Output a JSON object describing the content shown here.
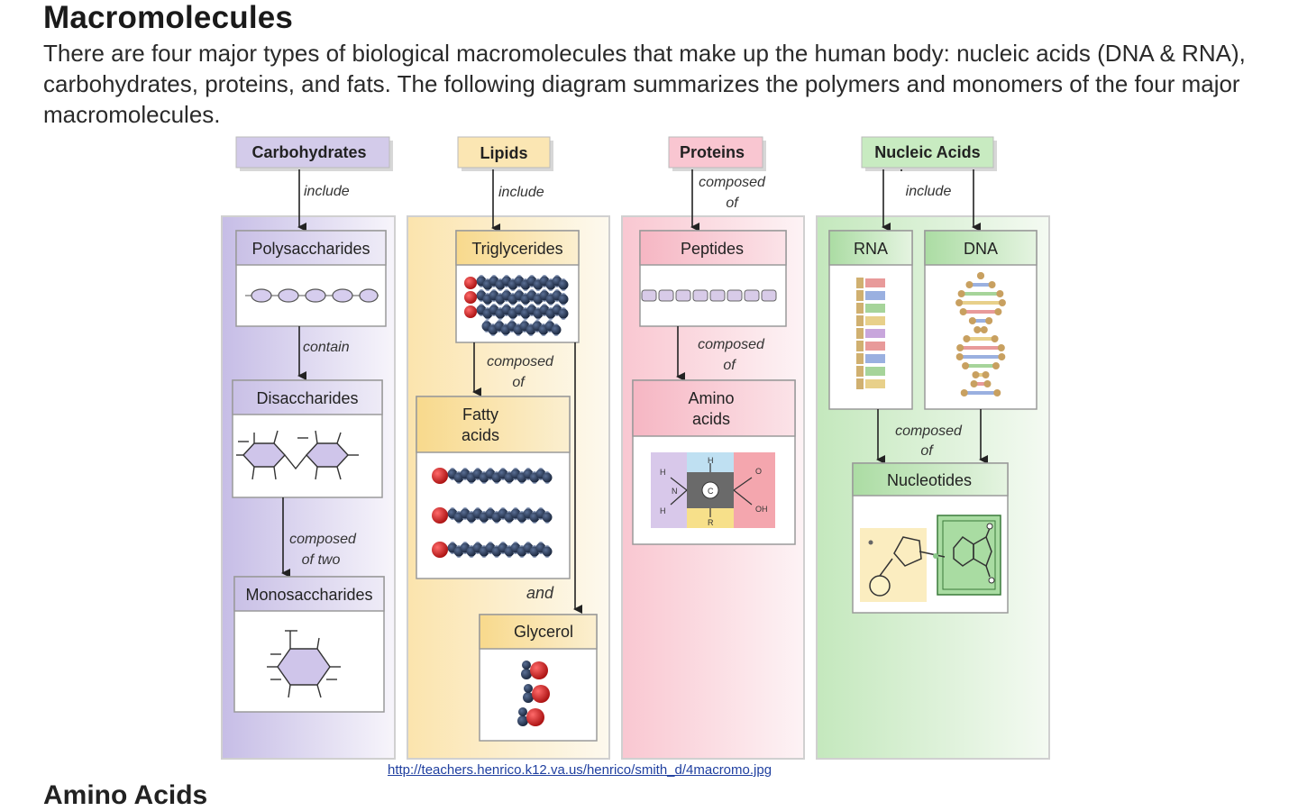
{
  "page": {
    "title": "Macromolecules",
    "intro": "There are four major types of biological macromolecules that make up the human body: nucleic acids (DNA & RNA), carbohydrates, proteins, and fats.  The following diagram summarizes the polymers and monomers of the four major macromolecules.",
    "source_link": "http://teachers.henrico.k12.va.us/henrico/smith_d/4macromo.jpg",
    "next_heading": "Amino Acids"
  },
  "colors": {
    "carbohydrates": "#b9aedc",
    "lipids": "#f6dc9c",
    "proteins": "#f5b8c4",
    "nucleic_acids": "#b7e0b0",
    "atom_red": "#cc1818",
    "atom_blue": "#22324e"
  },
  "diagram": {
    "categories": {
      "carbohydrates": "Carbohydrates",
      "lipids": "Lipids",
      "proteins": "Proteins",
      "nucleic_acids": "Nucleic Acids"
    },
    "boxes": {
      "polysaccharides": "Polysaccharides",
      "disaccharides": "Disaccharides",
      "monosaccharides": "Monosaccharides",
      "triglycerides": "Triglycerides",
      "fatty_acids_1": "Fatty",
      "fatty_acids_2": "acids",
      "glycerol": "Glycerol",
      "peptides": "Peptides",
      "amino_acids_1": "Amino",
      "amino_acids_2": "acids",
      "rna": "RNA",
      "dna": "DNA",
      "nucleotides": "Nucleotides"
    },
    "edge_labels": {
      "include": "include",
      "contain": "contain",
      "composed": "composed",
      "of": "of",
      "of_two": "of two",
      "and": "and"
    },
    "atom_labels": {
      "h": "H",
      "n": "N",
      "c": "C",
      "r": "R",
      "o": "O",
      "oh": "OH"
    }
  }
}
